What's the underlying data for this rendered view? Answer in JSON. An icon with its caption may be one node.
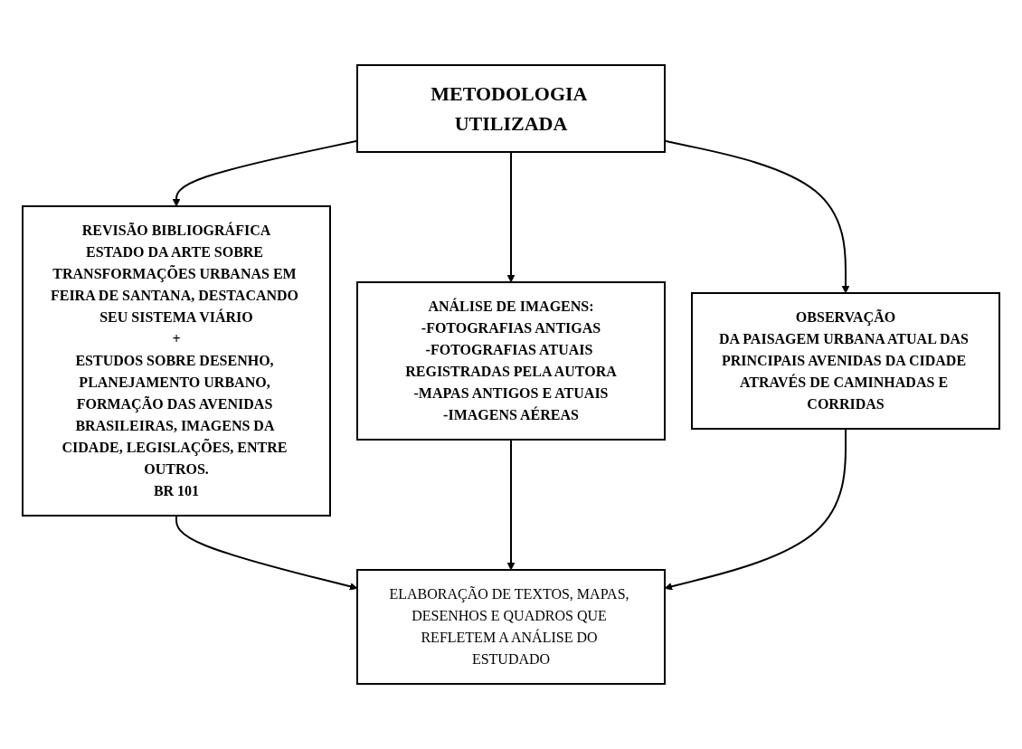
{
  "diagram": {
    "nodes": [
      {
        "text": [
          "METODOLOGIA UTILIZADA"
        ]
      },
      {
        "text": [
          "REVISÃO BIBLIOGRÁFICA",
          "ESTADO DA ARTE SOBRE TRANSFORMAÇÕES URBANAS EM FEIRA DE SANTANA, DESTACANDO SEU SISTEMA VIÁRIO",
          "+",
          "ESTUDOS SOBRE DESENHO, PLANEJAMENTO URBANO, FORMAÇÃO DAS AVENIDAS BRASILEIRAS, IMAGENS DA CIDADE, LEGISLAÇÕES, ENTRE OUTROS.",
          "BR 101"
        ]
      },
      {
        "text": [
          "ANÁLISE DE IMAGENS:",
          "-FOTOGRAFIAS ANTIGAS",
          "-FOTOGRAFIAS ATUAIS REGISTRADAS PELA AUTORA",
          "-MAPAS ANTIGOS E ATUAIS",
          "-IMAGENS AÉREAS"
        ]
      },
      {
        "text": [
          "OBSERVAÇÃO",
          "DA PAISAGEM URBANA ATUAL DAS PRINCIPAIS AVENIDAS DA CIDADE ATRAVÉS DE CAMINHADAS E CORRIDAS"
        ]
      },
      {
        "text": [
          "ELABORAÇÃO DE TEXTOS, MAPAS, DESENHOS E QUADROS QUE REFLETEM A ANÁLISE DO ESTUDADO"
        ]
      }
    ],
    "edges": [
      {
        "from": 0,
        "to": 1,
        "arrow": "to"
      },
      {
        "from": 0,
        "to": 2,
        "arrow": "to"
      },
      {
        "from": 0,
        "to": 3,
        "arrow": "to"
      },
      {
        "from": 1,
        "to": 4,
        "arrow": "to"
      },
      {
        "from": 2,
        "to": 4,
        "arrow": "to"
      },
      {
        "from": 3,
        "to": 4,
        "arrow": "to"
      }
    ]
  }
}
